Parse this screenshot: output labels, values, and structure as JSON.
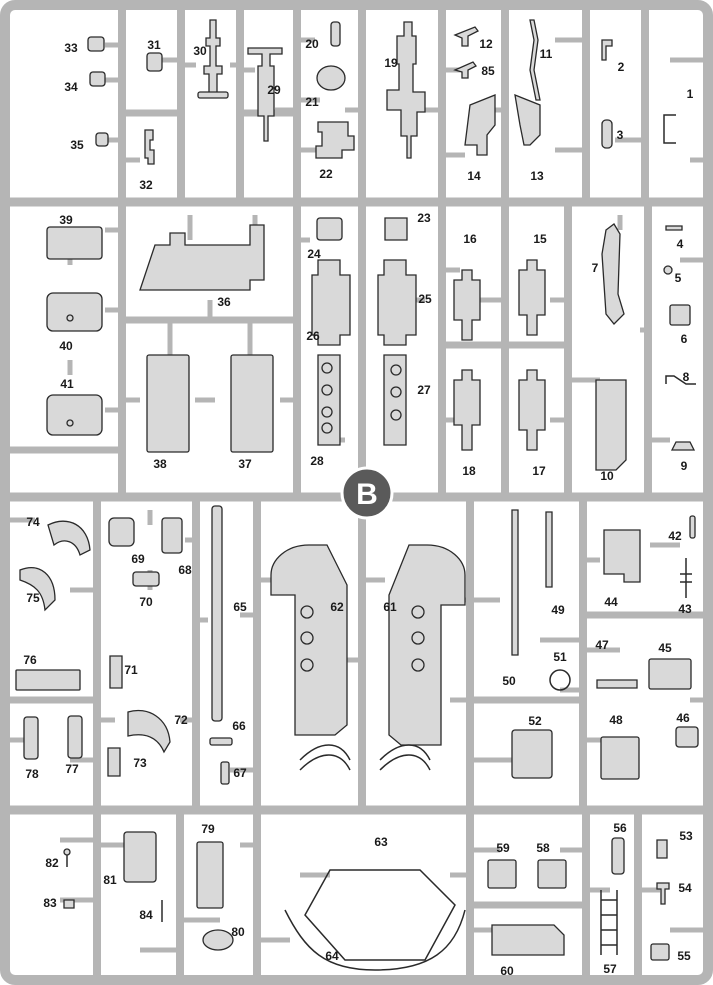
{
  "sheet": {
    "badge_letter": "B",
    "colors": {
      "frame": "#b5b5b5",
      "frame_edge": "#8a8a8a",
      "part_fill": "#d9d9d9",
      "part_stroke": "#2a2a2a",
      "badge": "#5a5a5a",
      "text": "#1a1a1a"
    }
  },
  "part_numbers": [
    "1",
    "2",
    "3",
    "4",
    "5",
    "6",
    "7",
    "8",
    "9",
    "10",
    "11",
    "12",
    "13",
    "14",
    "15",
    "16",
    "17",
    "18",
    "19",
    "20",
    "21",
    "22",
    "23",
    "24",
    "25",
    "26",
    "27",
    "28",
    "29",
    "30",
    "31",
    "32",
    "33",
    "34",
    "35",
    "36",
    "37",
    "38",
    "39",
    "40",
    "41",
    "42",
    "43",
    "44",
    "45",
    "46",
    "47",
    "48",
    "49",
    "50",
    "51",
    "52",
    "53",
    "54",
    "55",
    "56",
    "57",
    "58",
    "59",
    "60",
    "61",
    "62",
    "63",
    "64",
    "65",
    "66",
    "67",
    "68",
    "69",
    "70",
    "71",
    "72",
    "73",
    "74",
    "75",
    "76",
    "77",
    "78",
    "79",
    "80",
    "81",
    "82",
    "83",
    "84",
    "85"
  ]
}
